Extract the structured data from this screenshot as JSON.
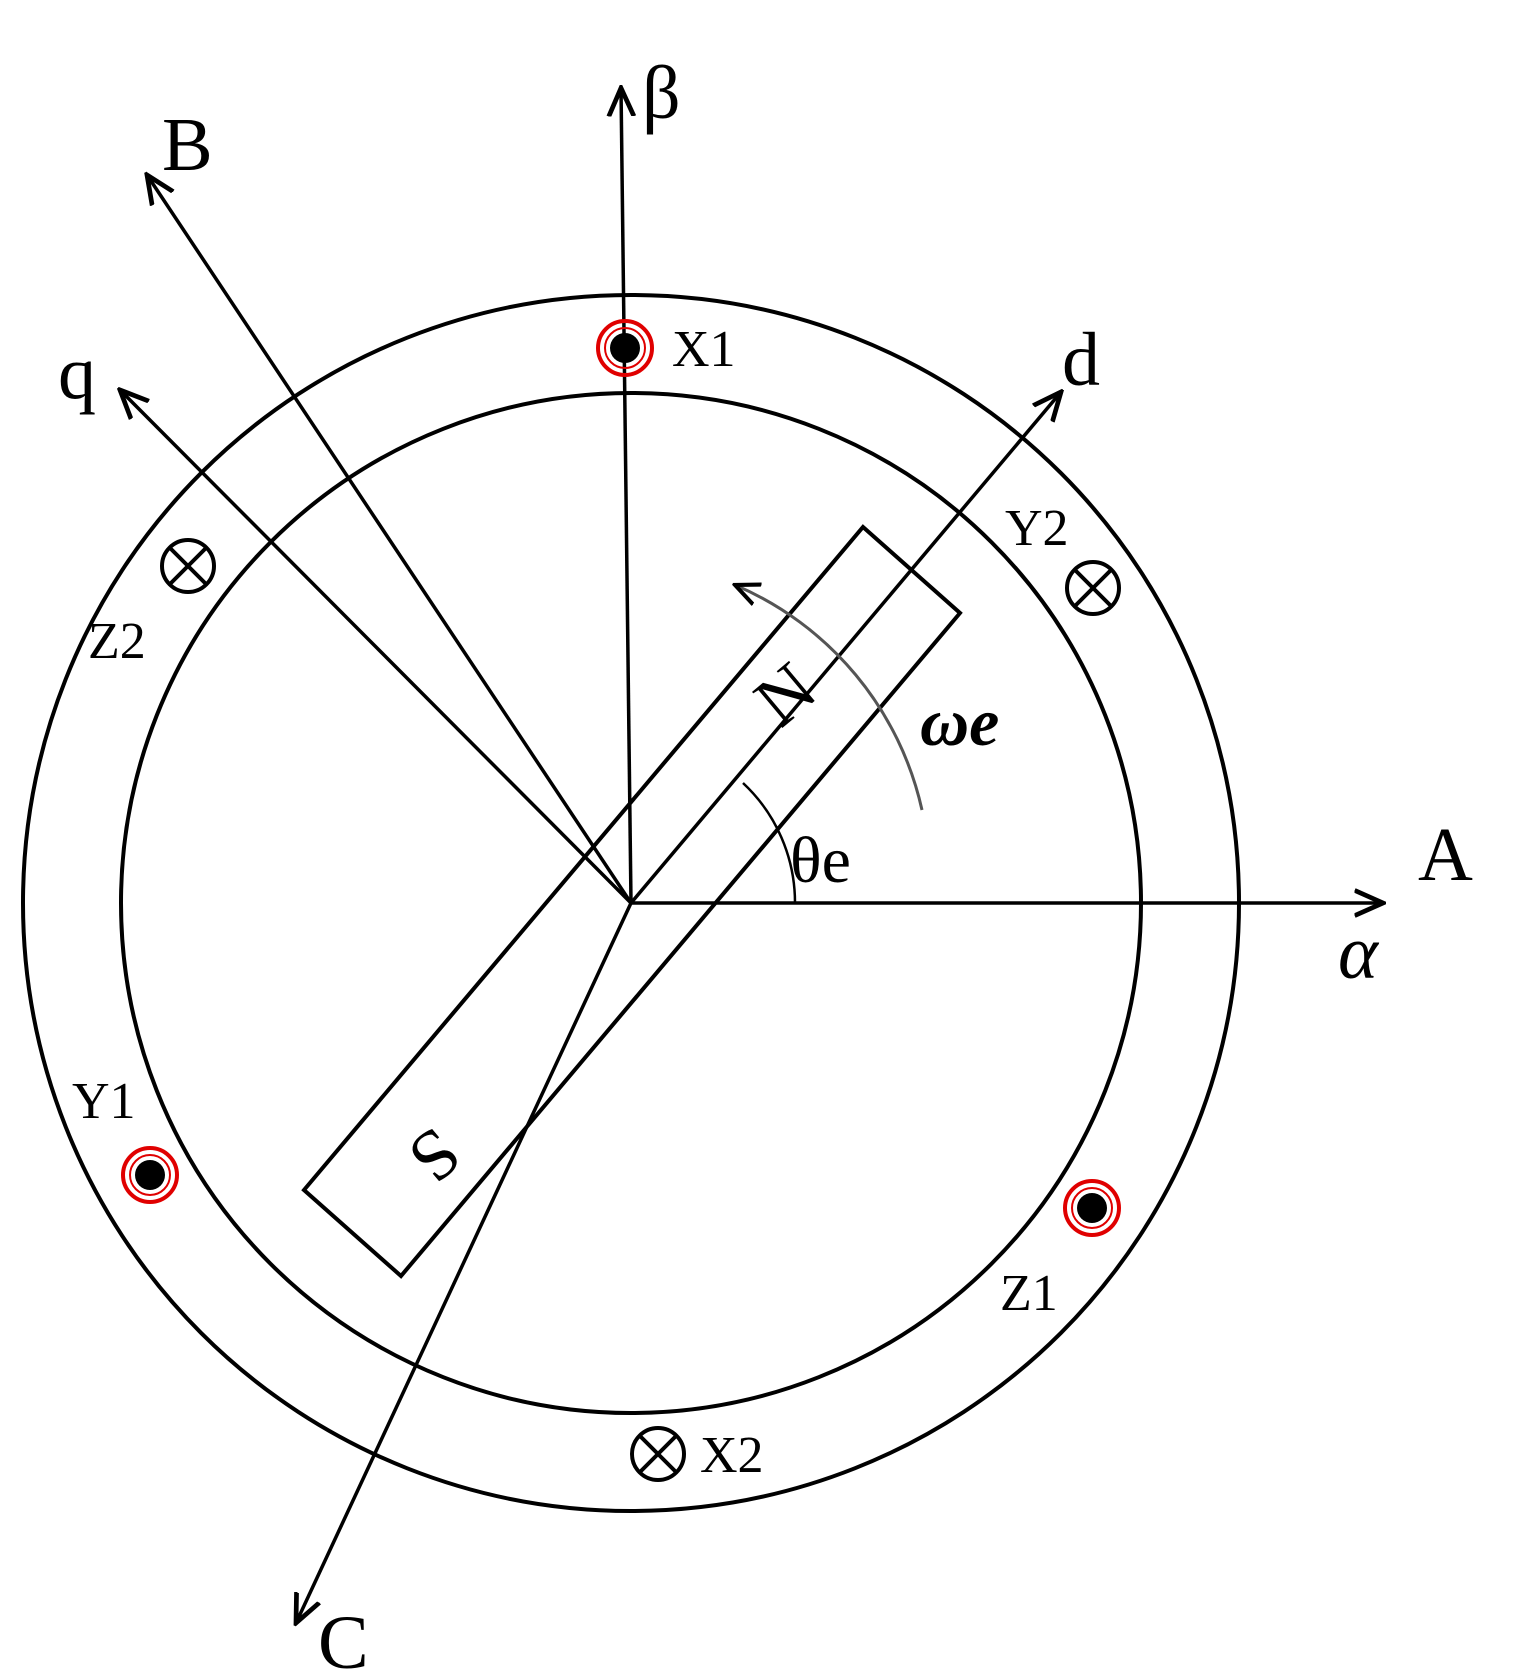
{
  "axes": {
    "A": "A",
    "alpha": "α",
    "beta": "β",
    "B": "B",
    "C": "C",
    "d": "d",
    "q": "q"
  },
  "conductors": {
    "X1": "X1",
    "X2": "X2",
    "Y1": "Y1",
    "Y2": "Y2",
    "Z1": "Z1",
    "Z2": "Z2"
  },
  "rotor": {
    "north_pole": "N",
    "south_pole": "S"
  },
  "annotations": {
    "electrical_speed": "ωe",
    "electrical_angle": "θe"
  },
  "colors": {
    "dot_conductor_ring": "#e00000",
    "line": "#000000"
  },
  "icons": {
    "dot_conductor": "dot-in-circle-current-out-icon",
    "cross_conductor": "cross-in-circle-current-in-icon"
  }
}
